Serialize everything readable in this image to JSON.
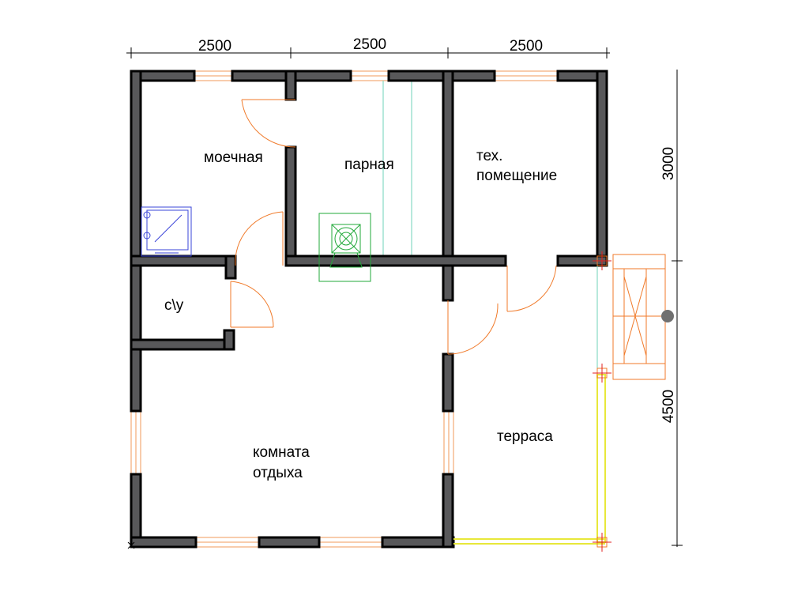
{
  "dimensions": {
    "top": [
      "2500",
      "2500",
      "2500"
    ],
    "right": [
      "3000",
      "4500"
    ]
  },
  "rooms": {
    "washroom": "моечная",
    "steam_room": "парная",
    "tech_room_line1": "тех.",
    "tech_room_line2": "помещение",
    "toilet": "с\\у",
    "rest_room_line1": "комната",
    "rest_room_line2": "отдыха",
    "terrace": "терраса"
  },
  "colors": {
    "wall": "#58585a",
    "window": "#f09a5a",
    "door": "#f07a2a",
    "glass": "#6fd3b8",
    "stove": "#22a93a",
    "shower": "#3a44d8",
    "railing": "#e8e83a"
  }
}
